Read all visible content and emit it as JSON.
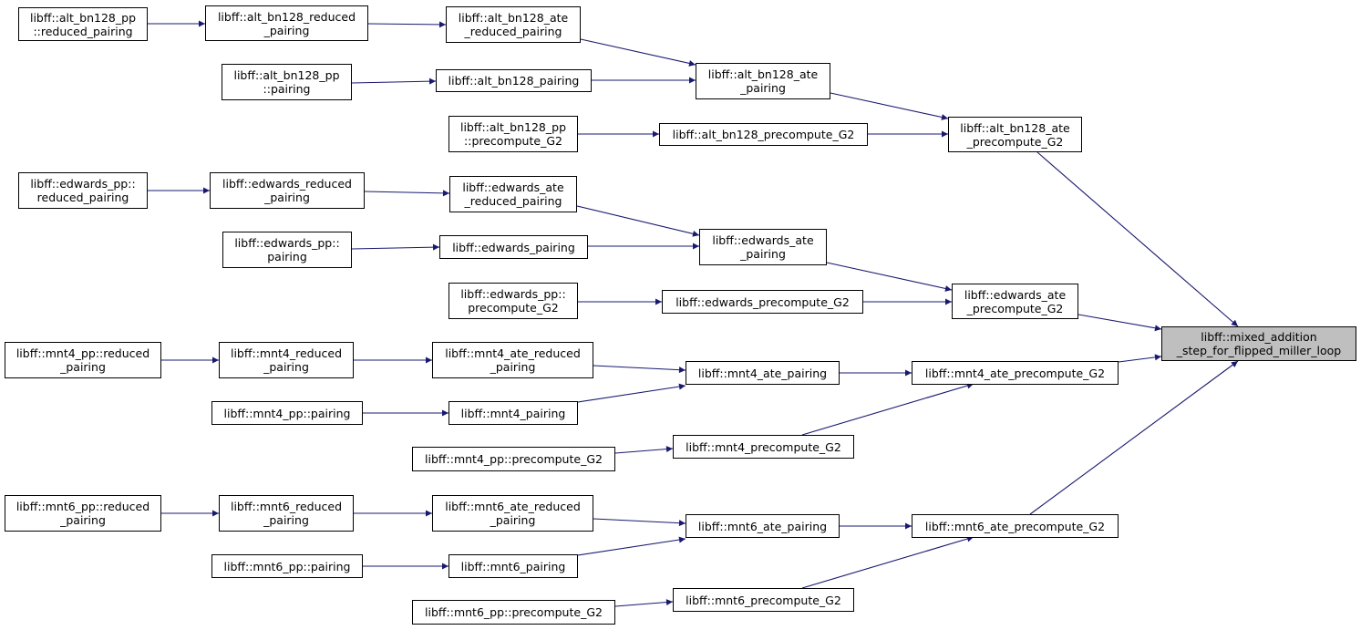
{
  "colors": {
    "edge": "#191970",
    "border": "#000000",
    "highlight_fill": "#bfbfbf",
    "node_fill": "#ffffff"
  },
  "nodes": {
    "mixed_addition": [
      "libff::mixed_addition",
      "_step_for_flipped_miller_loop"
    ],
    "alt_ate_precompute": [
      "libff::alt_bn128_ate",
      "_precompute_G2"
    ],
    "edwards_ate_precompute": [
      "libff::edwards_ate",
      "_precompute_G2"
    ],
    "mnt4_ate_precompute": [
      "libff::mnt4_ate_precompute_G2"
    ],
    "mnt6_ate_precompute": [
      "libff::mnt6_ate_precompute_G2"
    ],
    "alt_ate_pairing": [
      "libff::alt_bn128_ate",
      "_pairing"
    ],
    "alt_precompute": [
      "libff::alt_bn128_precompute_G2"
    ],
    "alt_ate_reduced": [
      "libff::alt_bn128_ate",
      "_reduced_pairing"
    ],
    "alt_pairing": [
      "libff::alt_bn128_pairing"
    ],
    "alt_reduced": [
      "libff::alt_bn128_reduced",
      "_pairing"
    ],
    "alt_pp_reduced": [
      "libff::alt_bn128_pp",
      "::reduced_pairing"
    ],
    "alt_pp_pairing": [
      "libff::alt_bn128_pp",
      "::pairing"
    ],
    "alt_pp_precompute": [
      "libff::alt_bn128_pp",
      "::precompute_G2"
    ],
    "edw_ate_pairing": [
      "libff::edwards_ate",
      "_pairing"
    ],
    "edw_precompute": [
      "libff::edwards_precompute_G2"
    ],
    "edw_ate_reduced": [
      "libff::edwards_ate",
      "_reduced_pairing"
    ],
    "edw_pairing": [
      "libff::edwards_pairing"
    ],
    "edw_reduced": [
      "libff::edwards_reduced",
      "_pairing"
    ],
    "edw_pp_reduced": [
      "libff::edwards_pp::",
      "reduced_pairing"
    ],
    "edw_pp_pairing": [
      "libff::edwards_pp::",
      "pairing"
    ],
    "edw_pp_precompute": [
      "libff::edwards_pp::",
      "precompute_G2"
    ],
    "mnt4_ate_pairing": [
      "libff::mnt4_ate_pairing"
    ],
    "mnt4_precompute": [
      "libff::mnt4_precompute_G2"
    ],
    "mnt4_ate_reduced": [
      "libff::mnt4_ate_reduced",
      "_pairing"
    ],
    "mnt4_pairing": [
      "libff::mnt4_pairing"
    ],
    "mnt4_reduced": [
      "libff::mnt4_reduced",
      "_pairing"
    ],
    "mnt4_pp_reduced": [
      "libff::mnt4_pp::reduced",
      "_pairing"
    ],
    "mnt4_pp_pairing": [
      "libff::mnt4_pp::pairing"
    ],
    "mnt4_pp_precompute": [
      "libff::mnt4_pp::precompute_G2"
    ],
    "mnt6_ate_pairing": [
      "libff::mnt6_ate_pairing"
    ],
    "mnt6_precompute": [
      "libff::mnt6_precompute_G2"
    ],
    "mnt6_ate_reduced": [
      "libff::mnt6_ate_reduced",
      "_pairing"
    ],
    "mnt6_pairing": [
      "libff::mnt6_pairing"
    ],
    "mnt6_reduced": [
      "libff::mnt6_reduced",
      "_pairing"
    ],
    "mnt6_pp_reduced": [
      "libff::mnt6_pp::reduced",
      "_pairing"
    ],
    "mnt6_pp_pairing": [
      "libff::mnt6_pp::pairing"
    ],
    "mnt6_pp_precompute": [
      "libff::mnt6_pp::precompute_G2"
    ]
  },
  "edges": [
    [
      "alt_ate_precompute",
      "mixed_addition"
    ],
    [
      "edwards_ate_precompute",
      "mixed_addition"
    ],
    [
      "mnt4_ate_precompute",
      "mixed_addition"
    ],
    [
      "mnt6_ate_precompute",
      "mixed_addition"
    ],
    [
      "alt_ate_pairing",
      "alt_ate_precompute"
    ],
    [
      "alt_precompute",
      "alt_ate_precompute"
    ],
    [
      "alt_ate_reduced",
      "alt_ate_pairing"
    ],
    [
      "alt_pairing",
      "alt_ate_pairing"
    ],
    [
      "alt_reduced",
      "alt_ate_reduced"
    ],
    [
      "alt_pp_reduced",
      "alt_reduced"
    ],
    [
      "alt_pp_pairing",
      "alt_pairing"
    ],
    [
      "alt_pp_precompute",
      "alt_precompute"
    ],
    [
      "edw_ate_pairing",
      "edwards_ate_precompute"
    ],
    [
      "edw_precompute",
      "edwards_ate_precompute"
    ],
    [
      "edw_ate_reduced",
      "edw_ate_pairing"
    ],
    [
      "edw_pairing",
      "edw_ate_pairing"
    ],
    [
      "edw_reduced",
      "edw_ate_reduced"
    ],
    [
      "edw_pp_reduced",
      "edw_reduced"
    ],
    [
      "edw_pp_pairing",
      "edw_pairing"
    ],
    [
      "edw_pp_precompute",
      "edw_precompute"
    ],
    [
      "mnt4_ate_pairing",
      "mnt4_ate_precompute"
    ],
    [
      "mnt4_precompute",
      "mnt4_ate_precompute"
    ],
    [
      "mnt4_ate_reduced",
      "mnt4_ate_pairing"
    ],
    [
      "mnt4_pairing",
      "mnt4_ate_pairing"
    ],
    [
      "mnt4_reduced",
      "mnt4_ate_reduced"
    ],
    [
      "mnt4_pp_reduced",
      "mnt4_reduced"
    ],
    [
      "mnt4_pp_pairing",
      "mnt4_pairing"
    ],
    [
      "mnt4_pp_precompute",
      "mnt4_precompute"
    ],
    [
      "mnt6_ate_pairing",
      "mnt6_ate_precompute"
    ],
    [
      "mnt6_precompute",
      "mnt6_ate_precompute"
    ],
    [
      "mnt6_ate_reduced",
      "mnt6_ate_pairing"
    ],
    [
      "mnt6_pairing",
      "mnt6_ate_pairing"
    ],
    [
      "mnt6_reduced",
      "mnt6_ate_reduced"
    ],
    [
      "mnt6_pp_reduced",
      "mnt6_reduced"
    ],
    [
      "mnt6_pp_pairing",
      "mnt6_pairing"
    ],
    [
      "mnt6_pp_precompute",
      "mnt6_precompute"
    ]
  ]
}
